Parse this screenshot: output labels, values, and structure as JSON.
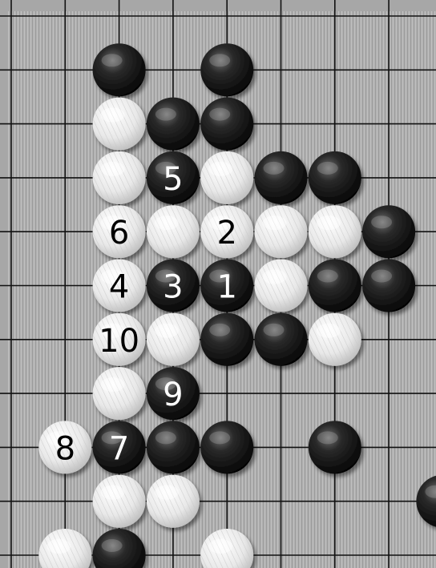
{
  "board": {
    "stones": [
      {
        "color": "black",
        "col": 2,
        "row": 1
      },
      {
        "color": "black",
        "col": 4,
        "row": 1
      },
      {
        "color": "white",
        "col": 2,
        "row": 2
      },
      {
        "color": "black",
        "col": 3,
        "row": 2
      },
      {
        "color": "black",
        "col": 4,
        "row": 2
      },
      {
        "color": "white",
        "col": 2,
        "row": 3
      },
      {
        "color": "black",
        "col": 3,
        "row": 3,
        "label": "5"
      },
      {
        "color": "white",
        "col": 4,
        "row": 3
      },
      {
        "color": "black",
        "col": 5,
        "row": 3
      },
      {
        "color": "black",
        "col": 6,
        "row": 3
      },
      {
        "color": "white",
        "col": 2,
        "row": 4,
        "label": "6"
      },
      {
        "color": "white",
        "col": 3,
        "row": 4
      },
      {
        "color": "white",
        "col": 4,
        "row": 4,
        "label": "2"
      },
      {
        "color": "white",
        "col": 5,
        "row": 4
      },
      {
        "color": "white",
        "col": 6,
        "row": 4
      },
      {
        "color": "black",
        "col": 7,
        "row": 4
      },
      {
        "color": "white",
        "col": 2,
        "row": 5,
        "label": "4"
      },
      {
        "color": "black",
        "col": 3,
        "row": 5,
        "label": "3"
      },
      {
        "color": "black",
        "col": 4,
        "row": 5,
        "label": "1"
      },
      {
        "color": "white",
        "col": 5,
        "row": 5
      },
      {
        "color": "black",
        "col": 6,
        "row": 5
      },
      {
        "color": "black",
        "col": 7,
        "row": 5
      },
      {
        "color": "white",
        "col": 2,
        "row": 6,
        "label": "10"
      },
      {
        "color": "white",
        "col": 3,
        "row": 6
      },
      {
        "color": "black",
        "col": 4,
        "row": 6
      },
      {
        "color": "black",
        "col": 5,
        "row": 6
      },
      {
        "color": "white",
        "col": 6,
        "row": 6
      },
      {
        "color": "white",
        "col": 2,
        "row": 7
      },
      {
        "color": "black",
        "col": 3,
        "row": 7,
        "label": "9"
      },
      {
        "color": "white",
        "col": 1,
        "row": 8,
        "label": "8"
      },
      {
        "color": "black",
        "col": 2,
        "row": 8,
        "label": "7"
      },
      {
        "color": "black",
        "col": 3,
        "row": 8
      },
      {
        "color": "black",
        "col": 4,
        "row": 8
      },
      {
        "color": "black",
        "col": 6,
        "row": 8
      },
      {
        "color": "white",
        "col": 2,
        "row": 9
      },
      {
        "color": "white",
        "col": 3,
        "row": 9
      },
      {
        "color": "black",
        "col": 8,
        "row": 9
      },
      {
        "color": "white",
        "col": 1,
        "row": 10
      },
      {
        "color": "black",
        "col": 2,
        "row": 10
      },
      {
        "color": "white",
        "col": 4,
        "row": 10
      }
    ],
    "colors": {
      "board": "#b3b3b3",
      "grid": "#111111",
      "black_stone": "#1a1a1a",
      "white_stone": "#f2f2f2"
    }
  }
}
